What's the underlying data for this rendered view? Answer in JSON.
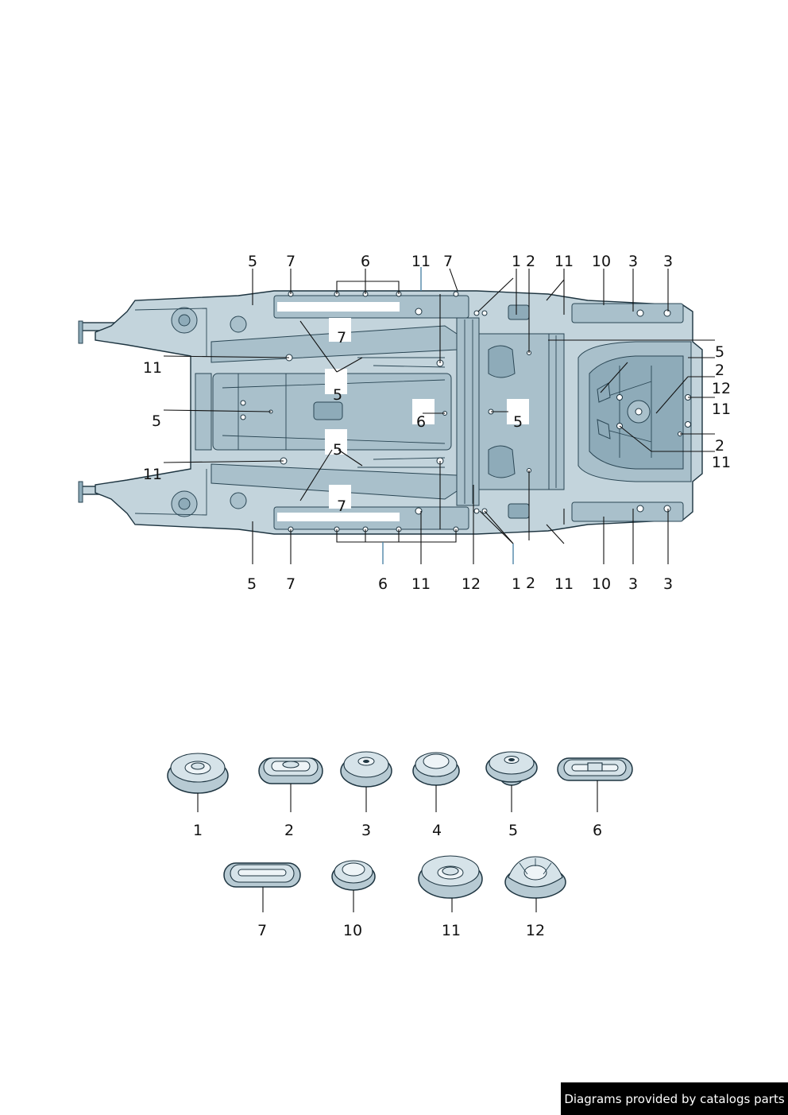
{
  "callouts_top": [
    "5",
    "7",
    "6",
    "11",
    "7",
    "1",
    "2",
    "11",
    "10",
    "3",
    "3"
  ],
  "callouts_right": [
    "5",
    "2",
    "12",
    "11",
    "2",
    "11"
  ],
  "callouts_left": [
    "11",
    "5",
    "11"
  ],
  "callouts_inner": [
    "7",
    "5",
    "6",
    "5",
    "5",
    "7"
  ],
  "callouts_bottom": [
    "5",
    "7",
    "6",
    "11",
    "12",
    "1",
    "2",
    "11",
    "10",
    "3",
    "3"
  ],
  "parts_row1": [
    "1",
    "2",
    "3",
    "4",
    "5",
    "6"
  ],
  "parts_row2": [
    "7",
    "10",
    "11",
    "12"
  ],
  "footer": "Diagrams provided by catalogs parts"
}
